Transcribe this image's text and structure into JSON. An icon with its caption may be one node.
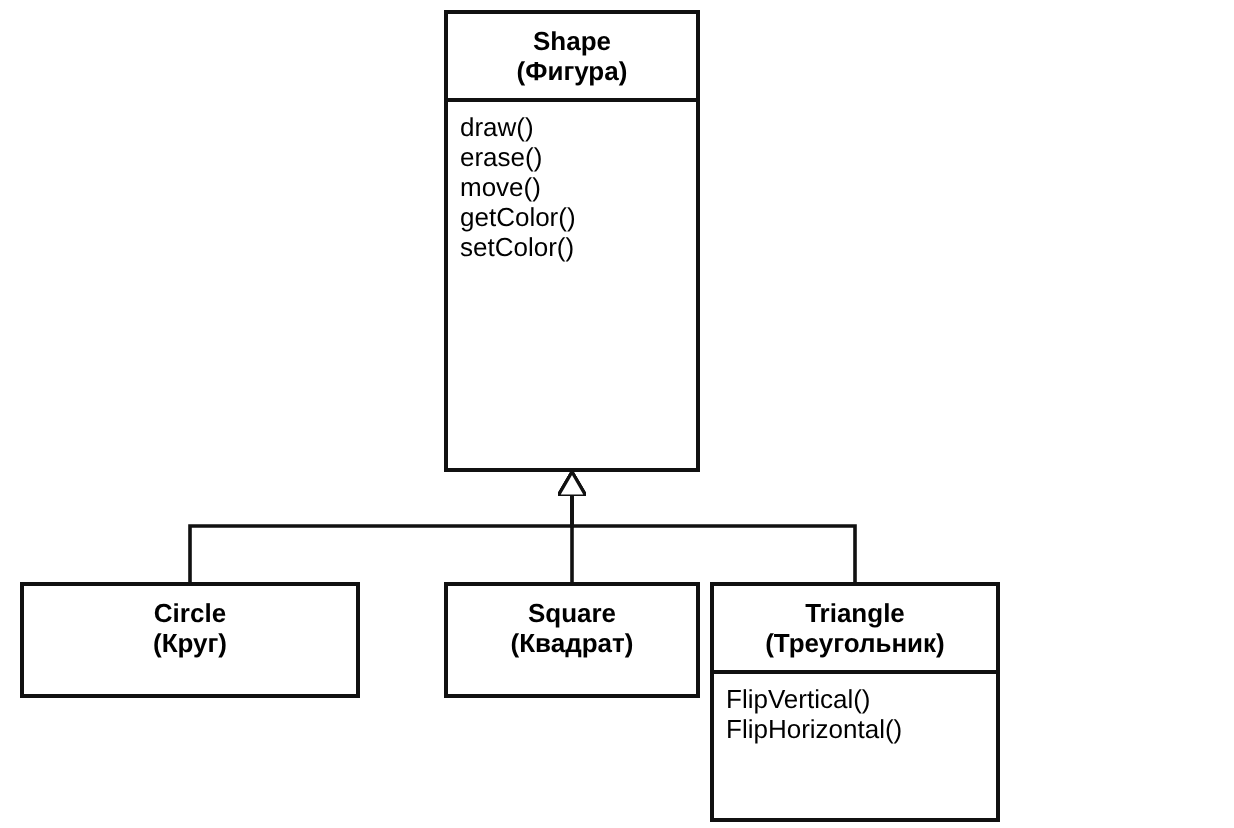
{
  "diagram": {
    "nodes": [
      {
        "text": [
          "Shape (Фигура)",
          "draw()",
          "erase()",
          "move()",
          "getColor()",
          "setColor()"
        ]
      },
      {
        "text": [
          "Circle (Круг)"
        ]
      },
      {
        "text": [
          "Square (Квадрат)"
        ]
      },
      {
        "text": [
          "Triangle (Треугольник)",
          "FlipVertical()",
          "FlipHorizontal()"
        ]
      }
    ],
    "edges": [
      {
        "from": 1,
        "to": 0,
        "arrow": "to"
      },
      {
        "from": 2,
        "to": 0,
        "arrow": "to"
      },
      {
        "from": 3,
        "to": 0,
        "arrow": "to"
      }
    ]
  }
}
